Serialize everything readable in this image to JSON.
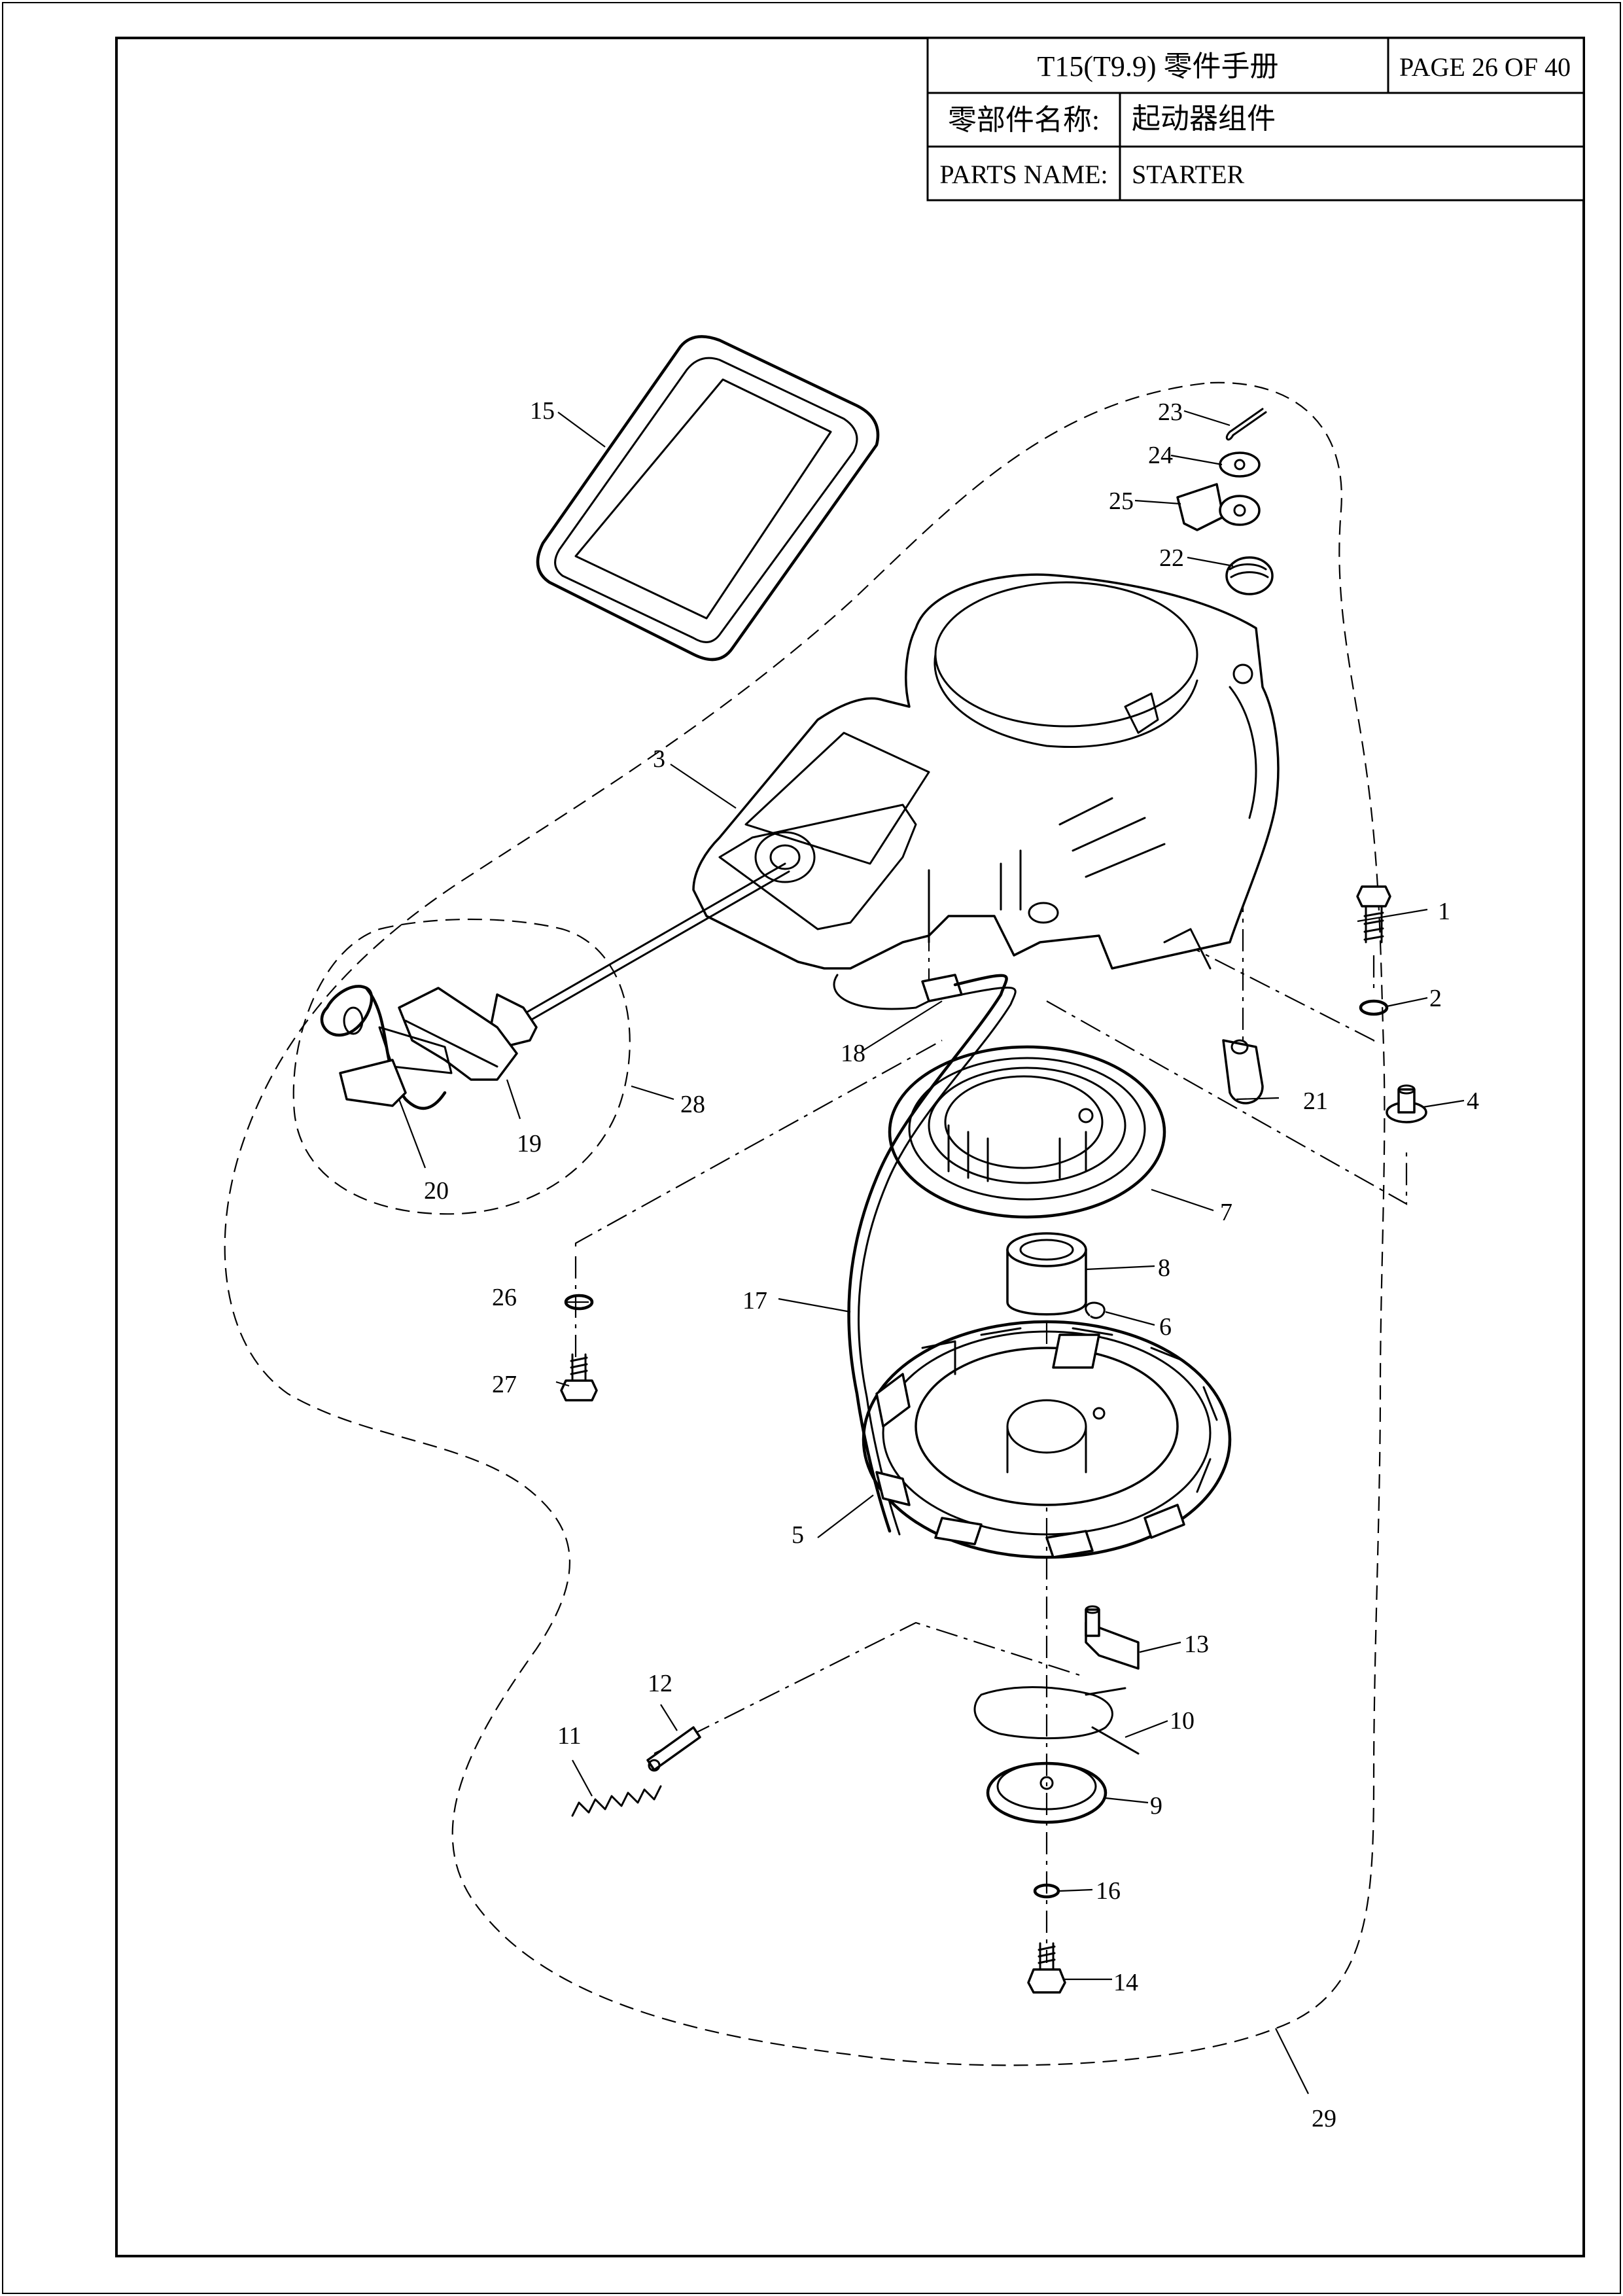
{
  "title_block": {
    "manual_title": "T15(T9.9) 零件手册",
    "page": "PAGE 26 OF 40",
    "name_label_cn": "零部件名称:",
    "name_value_cn": "起动器组件",
    "name_label_en": "PARTS NAME:",
    "name_value_en": "STARTER"
  },
  "callouts": {
    "c1": "1",
    "c2": "2",
    "c3": "3",
    "c4": "4",
    "c5": "5",
    "c6": "6",
    "c7": "7",
    "c8": "8",
    "c9": "9",
    "c10": "10",
    "c11": "11",
    "c12": "12",
    "c13": "13",
    "c14": "14",
    "c15": "15",
    "c16": "16",
    "c17": "17",
    "c18": "18",
    "c19": "19",
    "c20": "20",
    "c21": "21",
    "c22": "22",
    "c23": "23",
    "c24": "24",
    "c25": "25",
    "c26": "26",
    "c27": "27",
    "c28": "28",
    "c29": "29"
  }
}
